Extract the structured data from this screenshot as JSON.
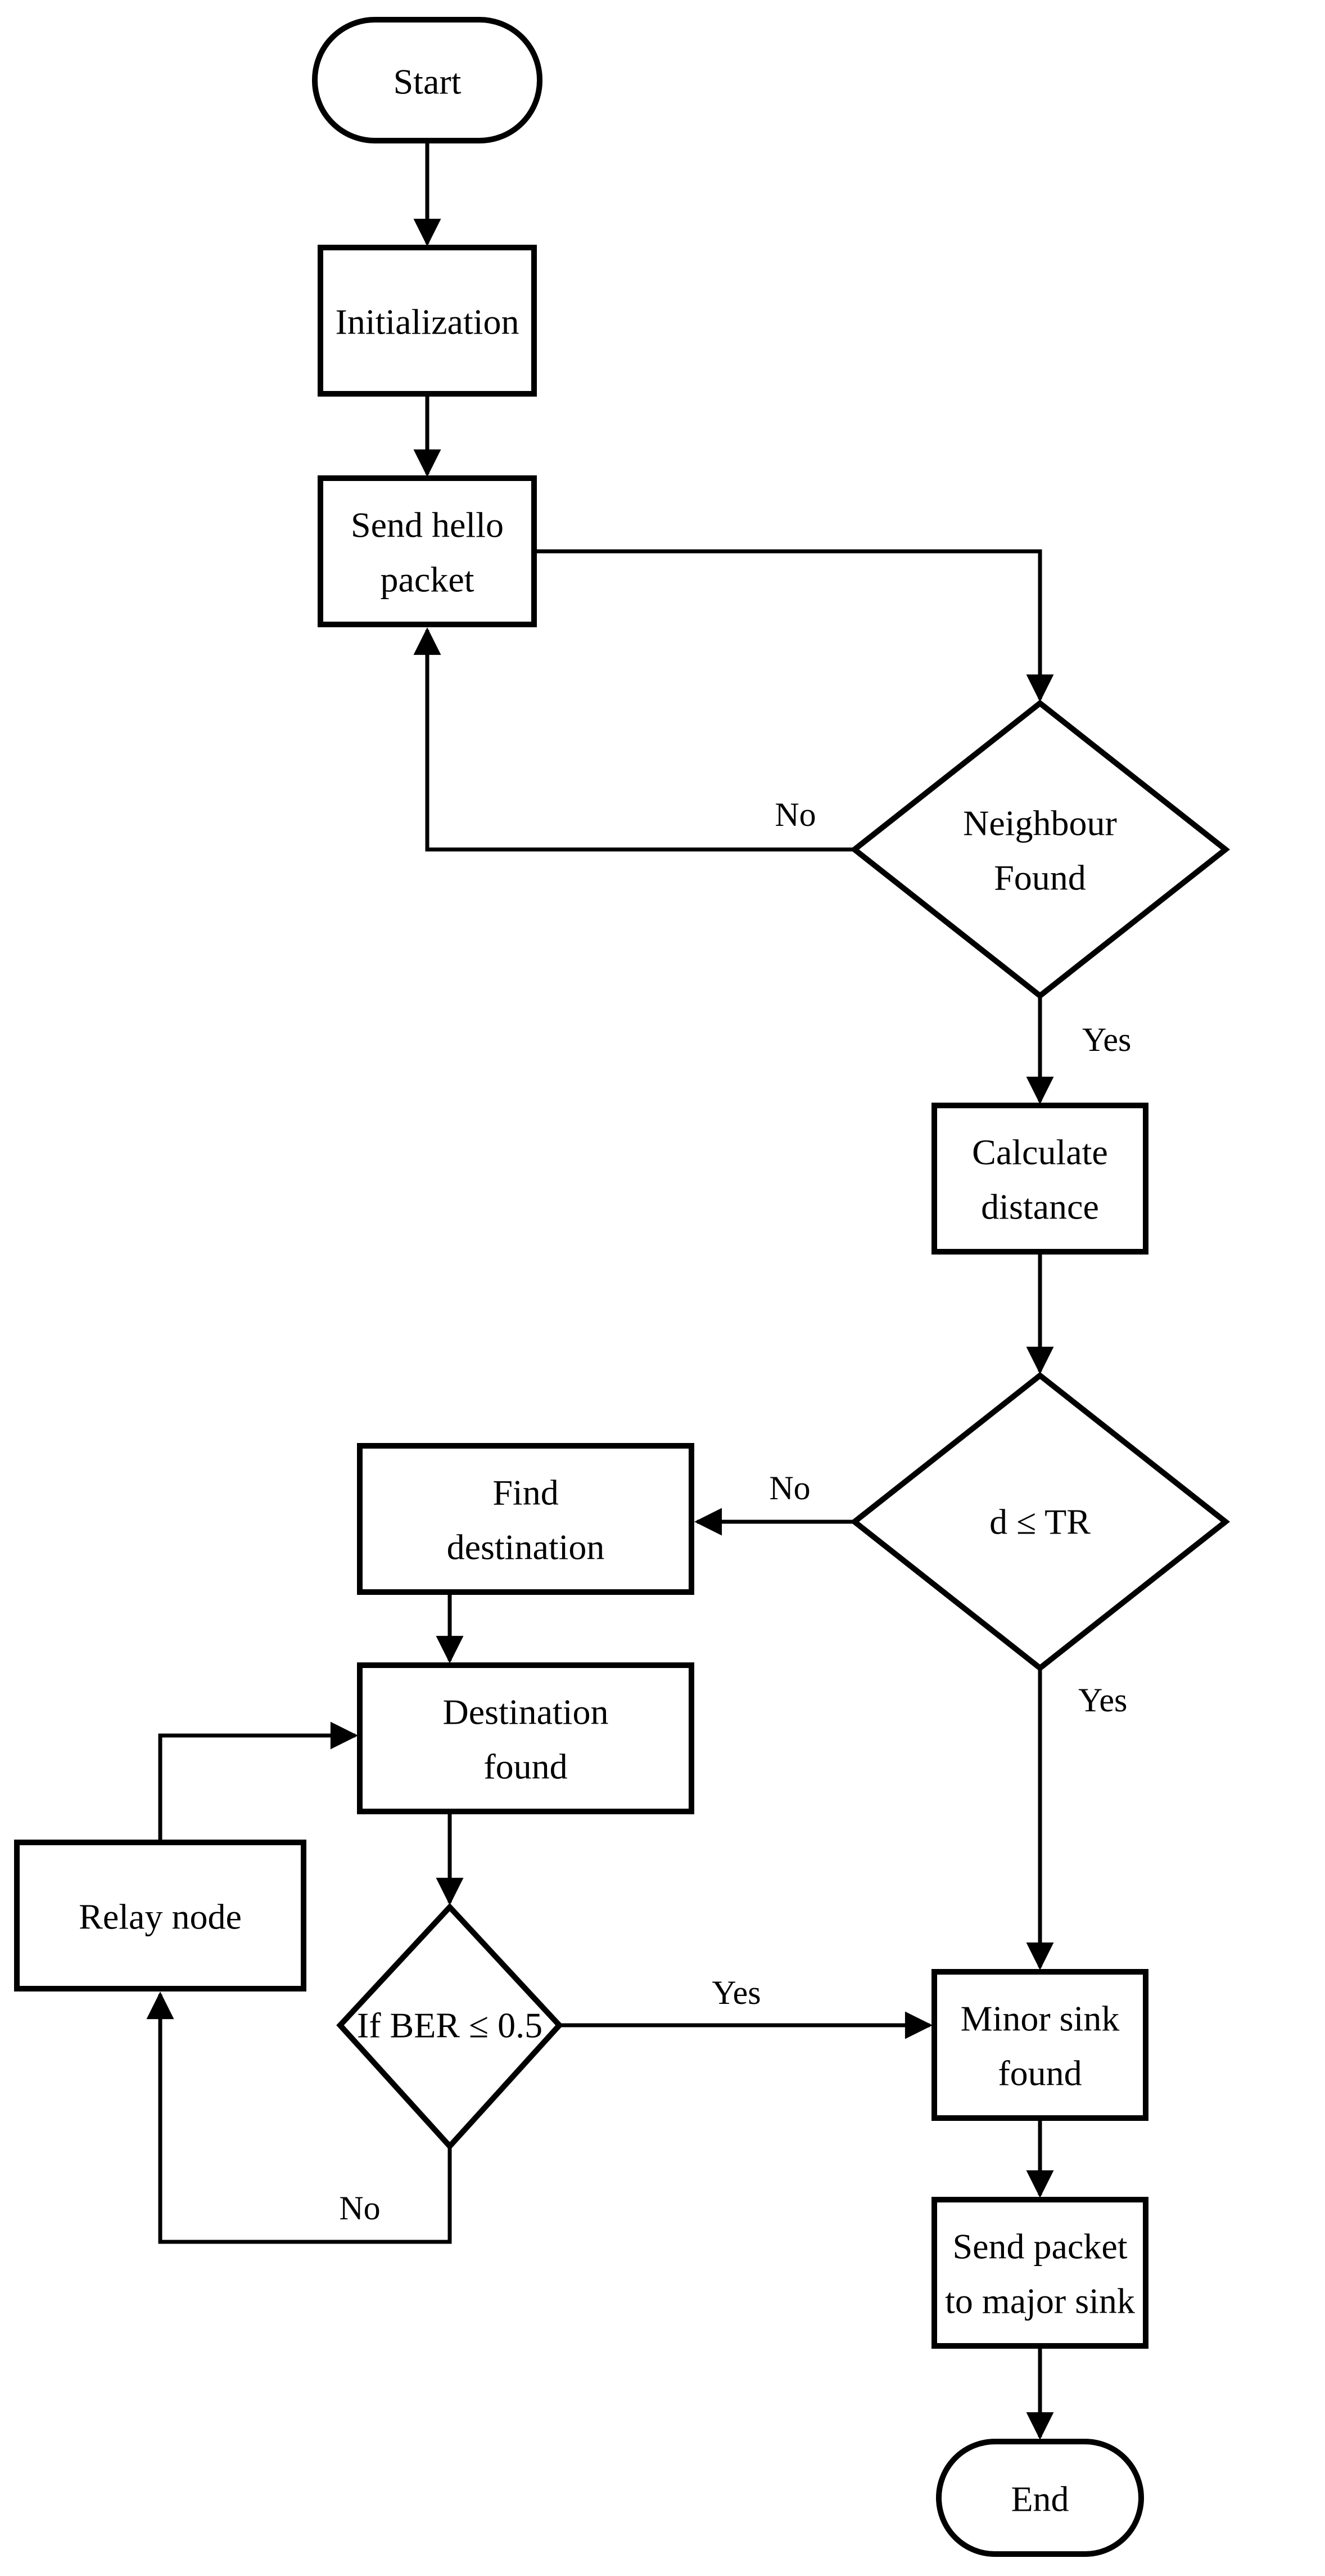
{
  "nodes": {
    "start": {
      "label": "Start",
      "type": "terminator"
    },
    "initialization": {
      "label": "Initialization",
      "type": "process"
    },
    "send_hello": {
      "line1": "Send hello",
      "line2": "packet",
      "type": "process"
    },
    "neighbour_found": {
      "line1": "Neighbour",
      "line2": "Found",
      "type": "decision"
    },
    "calculate_distance": {
      "line1": "Calculate",
      "line2": "distance",
      "type": "process"
    },
    "d_le_tr": {
      "label": "d ≤ TR",
      "type": "decision"
    },
    "find_destination": {
      "line1": "Find",
      "line2": "destination",
      "type": "process"
    },
    "destination_found": {
      "line1": "Destination",
      "line2": "found",
      "type": "process"
    },
    "relay_node": {
      "label": "Relay node",
      "type": "process"
    },
    "if_ber": {
      "label": "If BER ≤ 0.5",
      "type": "decision"
    },
    "minor_sink": {
      "line1": "Minor sink",
      "line2": "found",
      "type": "process"
    },
    "send_packet": {
      "line1": "Send packet",
      "line2": "to major sink",
      "type": "process"
    },
    "end": {
      "label": "End",
      "type": "terminator"
    }
  },
  "edge_labels": {
    "neighbour_no": "No",
    "neighbour_yes": "Yes",
    "dtr_no": "No",
    "dtr_yes": "Yes",
    "ber_yes": "Yes",
    "ber_no": "No"
  },
  "colors": {
    "stroke": "#000000",
    "background": "#ffffff"
  }
}
